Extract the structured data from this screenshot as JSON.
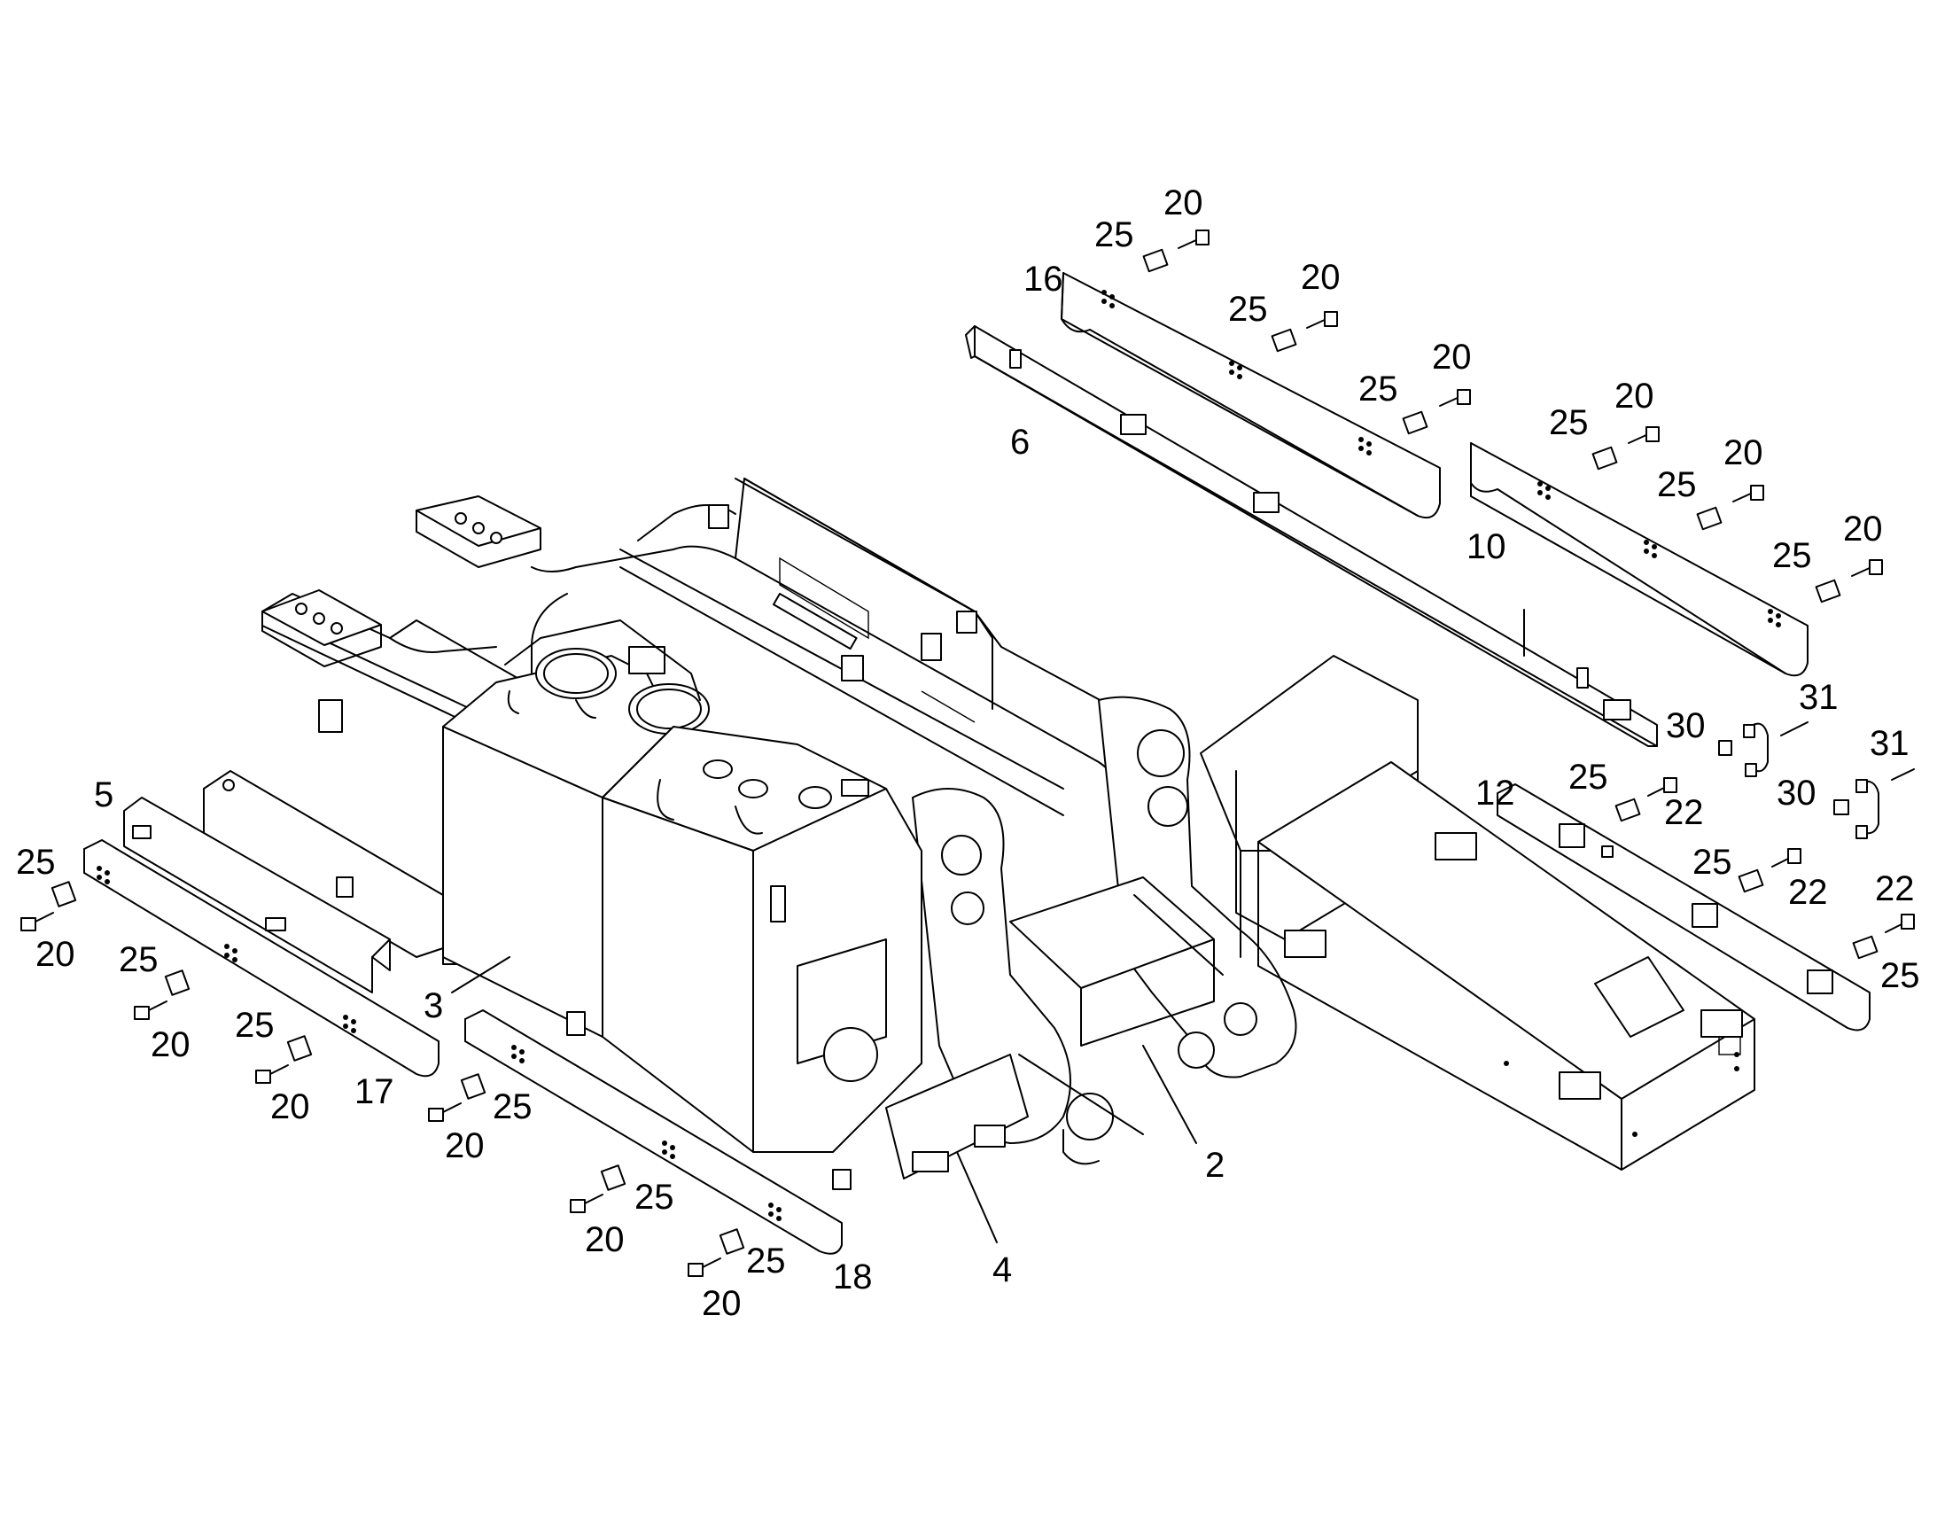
{
  "callouts": {
    "main_frame": "2",
    "fuel_tank": "3",
    "battery_box": "4",
    "left_front_beam": "5",
    "right_rear_beam": "6",
    "right_cover_rear": "10",
    "counterweight_cover": "12",
    "right_cover_front": "16",
    "left_cover_outer": "17",
    "left_cover_lower": "18",
    "bolt": "20",
    "bolt_short": "22",
    "washer": "25",
    "handle_spacer": "30",
    "handle_bolt": "31"
  }
}
